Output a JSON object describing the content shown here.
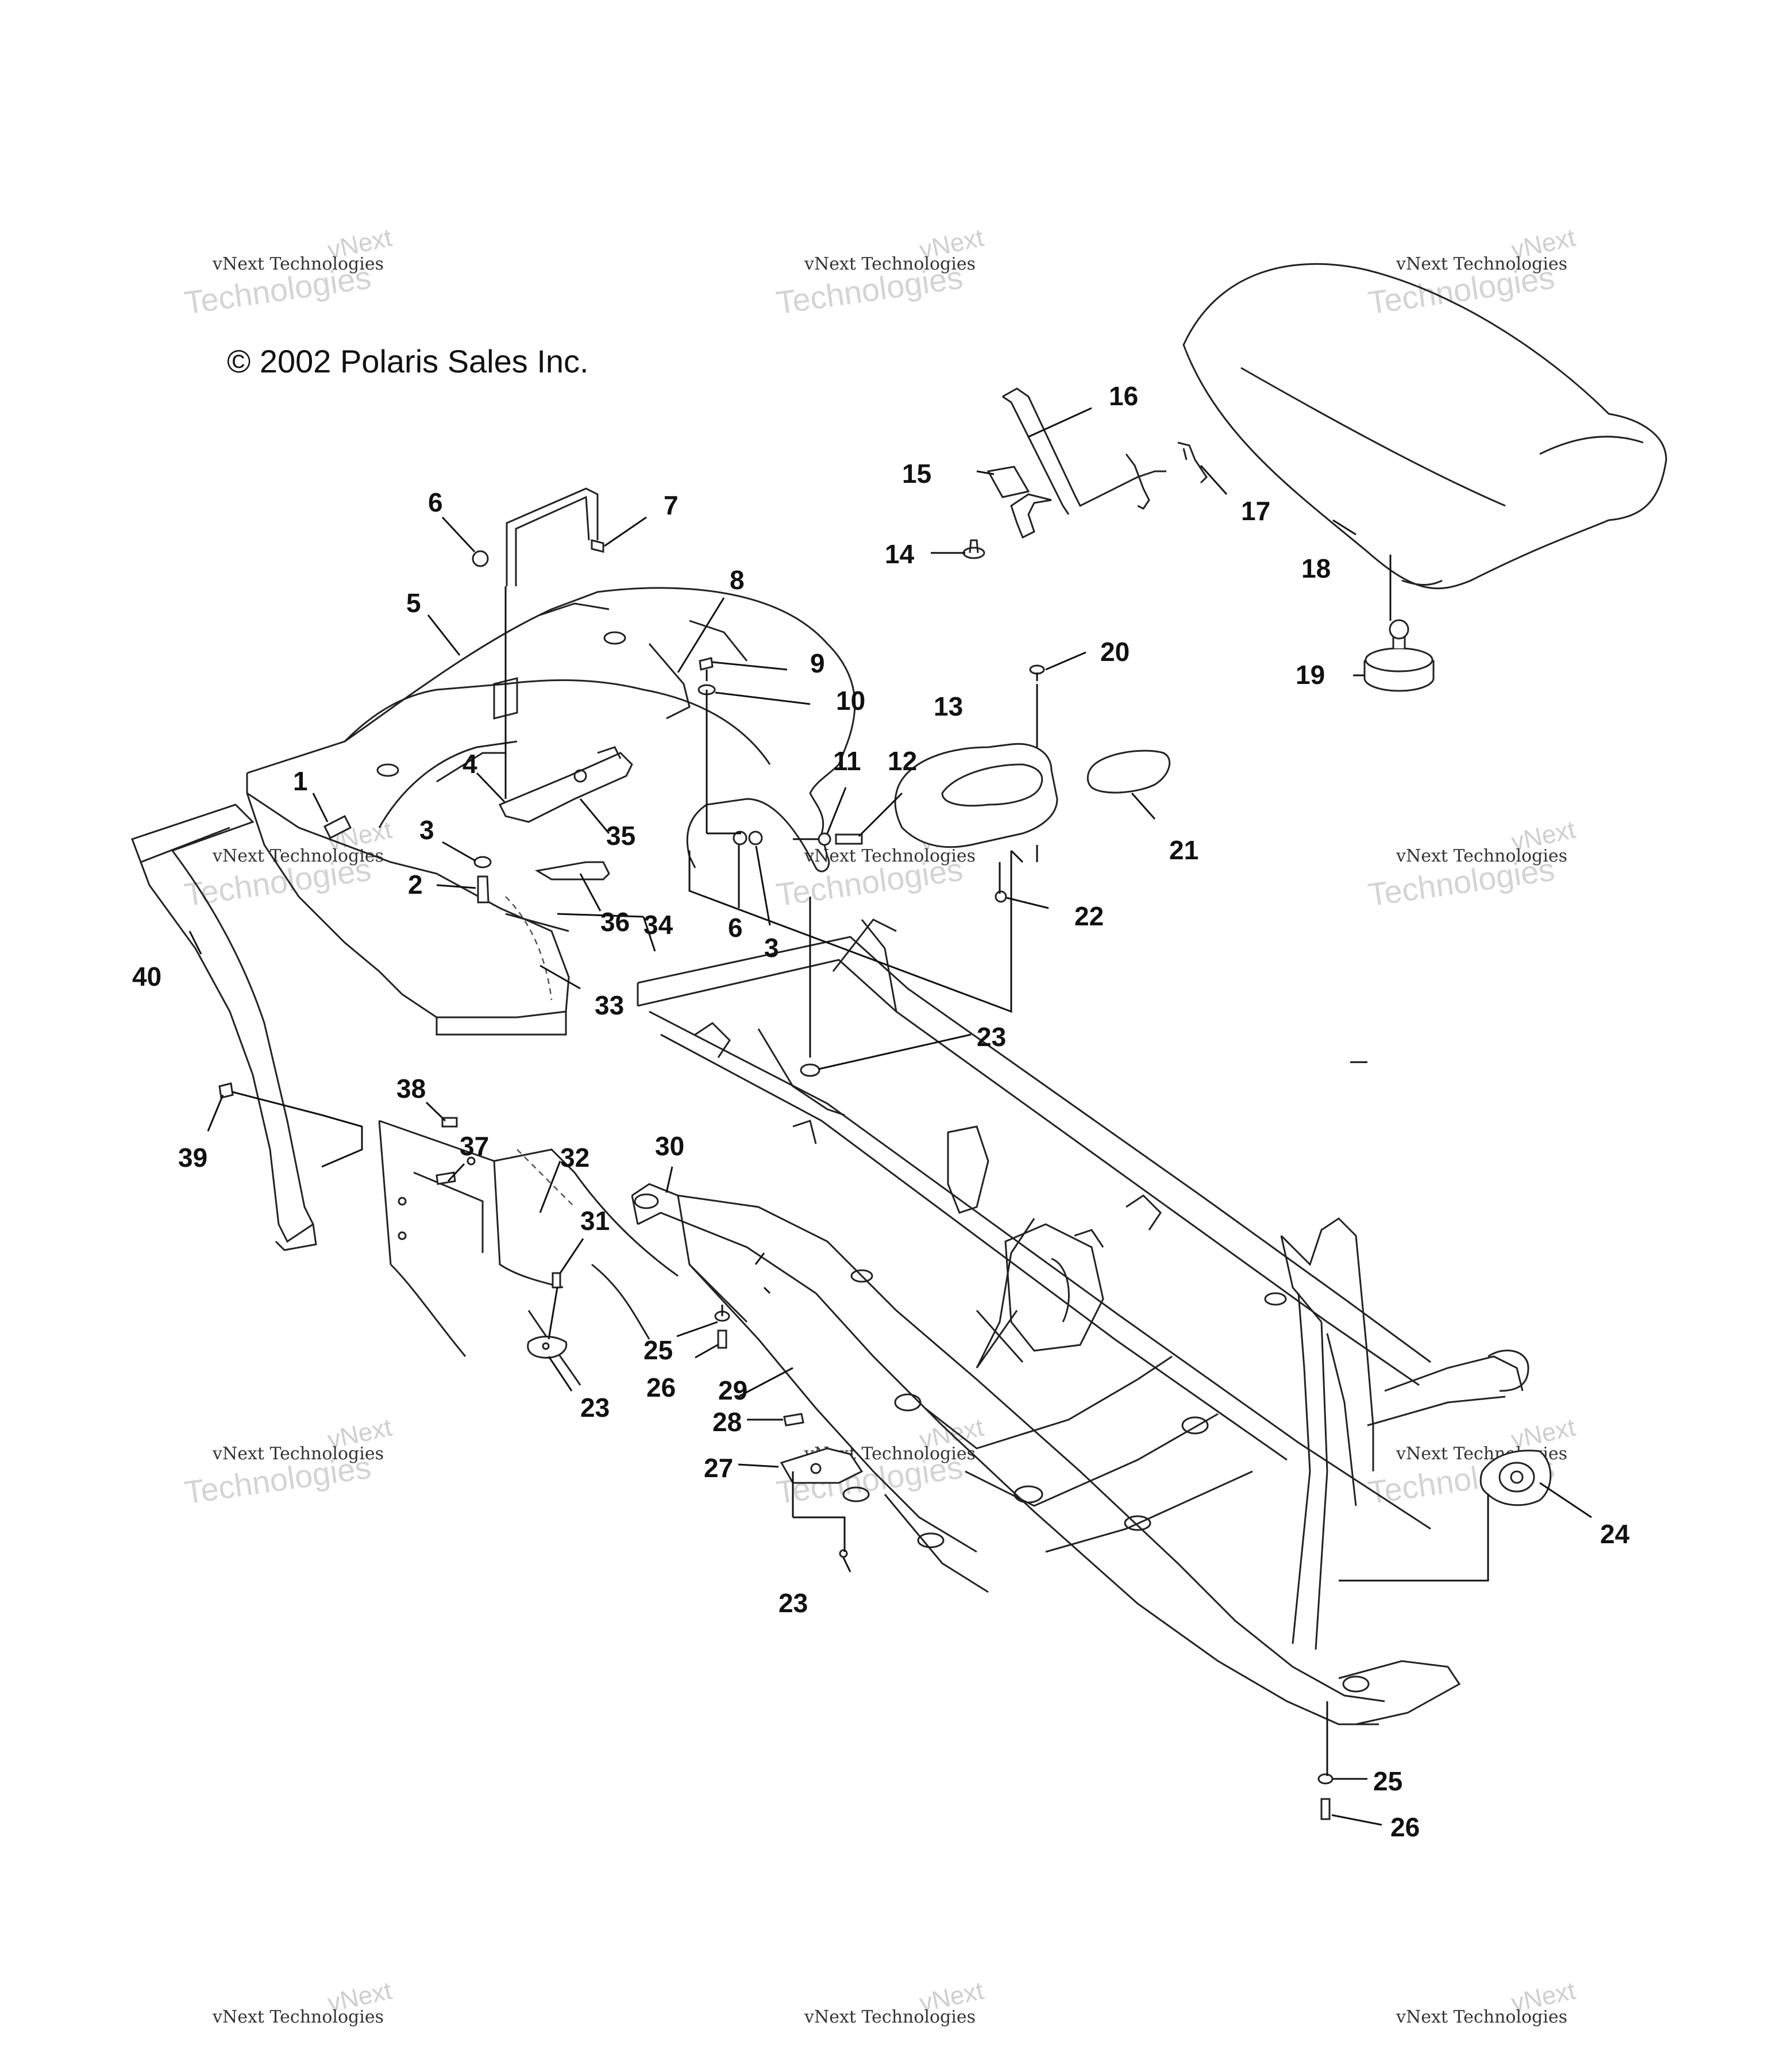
{
  "copyright": "© 2002 Polaris Sales Inc.",
  "watermark": {
    "line1": "vNext",
    "line2": "vNext Technologies",
    "line3": "Technologies"
  },
  "callouts": [
    {
      "id": "c1",
      "label": "1"
    },
    {
      "id": "c2",
      "label": "2"
    },
    {
      "id": "c3a",
      "label": "3"
    },
    {
      "id": "c3b",
      "label": "3"
    },
    {
      "id": "c4",
      "label": "4"
    },
    {
      "id": "c5",
      "label": "5"
    },
    {
      "id": "c6a",
      "label": "6"
    },
    {
      "id": "c6b",
      "label": "6"
    },
    {
      "id": "c7",
      "label": "7"
    },
    {
      "id": "c8",
      "label": "8"
    },
    {
      "id": "c9",
      "label": "9"
    },
    {
      "id": "c10",
      "label": "10"
    },
    {
      "id": "c11",
      "label": "11"
    },
    {
      "id": "c12",
      "label": "12"
    },
    {
      "id": "c13",
      "label": "13"
    },
    {
      "id": "c14",
      "label": "14"
    },
    {
      "id": "c15",
      "label": "15"
    },
    {
      "id": "c16",
      "label": "16"
    },
    {
      "id": "c17",
      "label": "17"
    },
    {
      "id": "c18",
      "label": "18"
    },
    {
      "id": "c19",
      "label": "19"
    },
    {
      "id": "c20",
      "label": "20"
    },
    {
      "id": "c21",
      "label": "21"
    },
    {
      "id": "c22",
      "label": "22"
    },
    {
      "id": "c23a",
      "label": "23"
    },
    {
      "id": "c23b",
      "label": "23"
    },
    {
      "id": "c23c",
      "label": "23"
    },
    {
      "id": "c24",
      "label": "24"
    },
    {
      "id": "c25a",
      "label": "25"
    },
    {
      "id": "c25b",
      "label": "25"
    },
    {
      "id": "c26a",
      "label": "26"
    },
    {
      "id": "c26b",
      "label": "26"
    },
    {
      "id": "c27",
      "label": "27"
    },
    {
      "id": "c28",
      "label": "28"
    },
    {
      "id": "c29",
      "label": "29"
    },
    {
      "id": "c30",
      "label": "30"
    },
    {
      "id": "c31",
      "label": "31"
    },
    {
      "id": "c32",
      "label": "32"
    },
    {
      "id": "c33",
      "label": "33"
    },
    {
      "id": "c34",
      "label": "34"
    },
    {
      "id": "c35",
      "label": "35"
    },
    {
      "id": "c36",
      "label": "36"
    },
    {
      "id": "c37",
      "label": "37"
    },
    {
      "id": "c38",
      "label": "38"
    },
    {
      "id": "c39",
      "label": "39"
    },
    {
      "id": "c40",
      "label": "40"
    }
  ]
}
